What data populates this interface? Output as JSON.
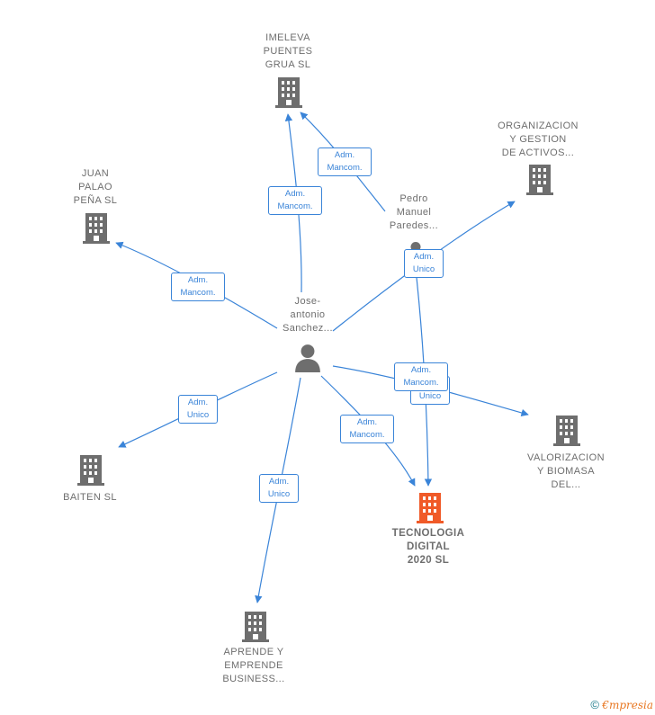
{
  "nodes": {
    "imeleva": {
      "label": "IMELEVA\nPUENTES\nGRUA  SL",
      "type": "company",
      "color": "#6e6e6e"
    },
    "organizacion": {
      "label": "ORGANIZACION\nY GESTION\nDE ACTIVOS...",
      "type": "company",
      "color": "#6e6e6e"
    },
    "juan_palao": {
      "label": "JUAN\nPALAO\nPEÑA SL",
      "type": "company",
      "color": "#6e6e6e"
    },
    "pedro": {
      "label": "Pedro\nManuel\nParedes...",
      "type": "person",
      "color": "#6e6e6e"
    },
    "jose": {
      "label": "Jose-\nantonio\nSanchez...",
      "type": "person",
      "color": "#6e6e6e"
    },
    "baiten": {
      "label": "BAITEN  SL",
      "type": "company",
      "color": "#6e6e6e"
    },
    "valorizacion": {
      "label": "VALORIZACION\nY BIOMASA\nDEL...",
      "type": "company",
      "color": "#6e6e6e"
    },
    "tecnologia": {
      "label": "TECNOLOGIA\nDIGITAL\n2020  SL",
      "type": "company",
      "color": "#f05a28"
    },
    "aprende": {
      "label": "APRENDE Y\nEMPRENDE\nBUSINESS...",
      "type": "company",
      "color": "#6e6e6e"
    }
  },
  "roles": {
    "jose_imeleva": "Adm.\nMancom.",
    "pedro_imeleva": "Adm.\nMancom.",
    "jose_juan": "Adm.\nMancom.",
    "pedro_organizacion": "Adm.\nUnico",
    "jose_valorizacion": "Adm.\nMancom.",
    "pedro_tecnologia": "Adm.\nUnico",
    "jose_baiten": "Adm.\nUnico",
    "jose_tecnologia": "Adm.\nMancom.",
    "jose_aprende": "Adm.\nUnico"
  },
  "footer": {
    "copyright": "©",
    "brand_first": "€",
    "brand_rest": "mpresia"
  },
  "colors": {
    "edge": "#3a84d8",
    "focus_company": "#f05a28",
    "company": "#6e6e6e"
  }
}
